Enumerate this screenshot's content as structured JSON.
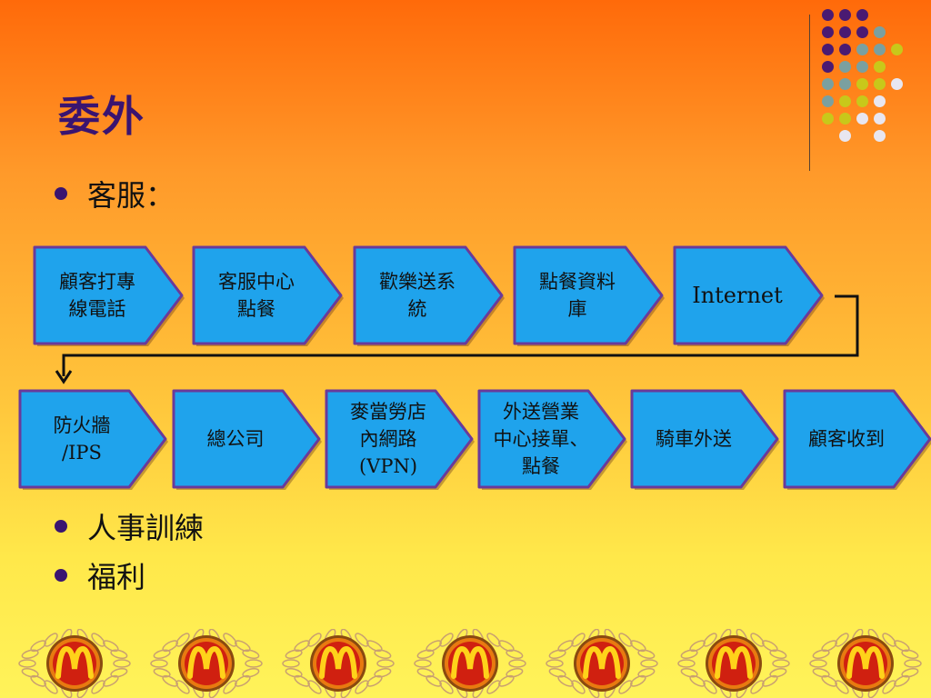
{
  "title": "委外",
  "bullets": [
    "客服：",
    "人事訓練",
    "福利"
  ],
  "flow_row1": [
    {
      "lines": [
        "顧客打專",
        "線電話"
      ]
    },
    {
      "lines": [
        "客服中心",
        "點餐"
      ]
    },
    {
      "lines": [
        "歡樂送系",
        "統"
      ]
    },
    {
      "lines": [
        "點餐資料",
        "庫"
      ]
    },
    {
      "lines": [
        "Internet"
      ]
    }
  ],
  "flow_row2": [
    {
      "lines": [
        "防火牆",
        "/IPS"
      ]
    },
    {
      "lines": [
        "總公司"
      ]
    },
    {
      "lines": [
        "麥當勞店",
        "內網路",
        "(VPN)"
      ]
    },
    {
      "lines": [
        "外送營業",
        "中心接單、",
        "點餐"
      ]
    },
    {
      "lines": [
        "騎車外送"
      ]
    },
    {
      "lines": [
        "顧客收到"
      ]
    }
  ],
  "colors": {
    "arrow_fill": "#1fa3ec",
    "arrow_stroke": "#6a3a9a",
    "title": "#3a1470",
    "bullet_dot": "#3a1470",
    "dot_purple": "#4a1a72",
    "dot_teal": "#7aa0a0",
    "dot_yellow": "#c8c81a",
    "dot_white": "#e8e6f0"
  },
  "decor": {
    "medal_icon": "mcdonalds-medal-icon",
    "medal_count": 7
  }
}
